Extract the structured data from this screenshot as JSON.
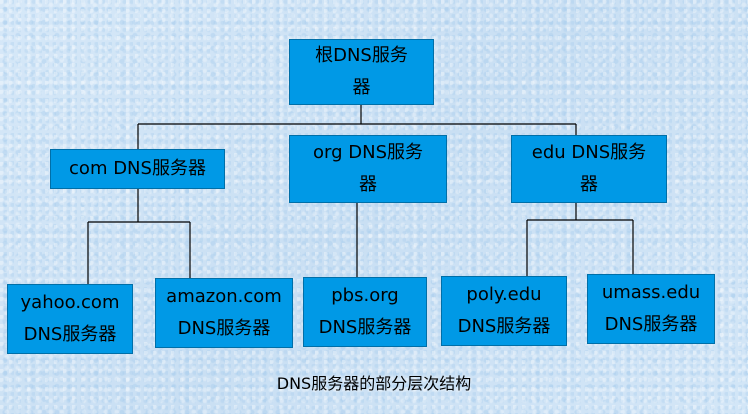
{
  "nodes": {
    "root": {
      "line1": "根DNS服务",
      "line2": "器"
    },
    "com": {
      "line1": "com DNS服务器"
    },
    "org": {
      "line1": "org DNS服务",
      "line2": "器"
    },
    "edu": {
      "line1": "edu DNS服务",
      "line2": "器"
    },
    "yahoo": {
      "line1": "yahoo.com",
      "line2": "DNS服务器"
    },
    "amazon": {
      "line1": "amazon.com",
      "line2": "DNS服务器"
    },
    "pbs": {
      "line1": "pbs.org",
      "line2": "DNS服务器"
    },
    "poly": {
      "line1": "poly.edu",
      "line2": "DNS服务器"
    },
    "umass": {
      "line1": "umass.edu",
      "line2": "DNS服务器"
    }
  },
  "caption": "DNS服务器的部分层次结构",
  "colors": {
    "node_fill": "#0099e6",
    "connector": "#000000",
    "background": "#cfe3f5"
  }
}
